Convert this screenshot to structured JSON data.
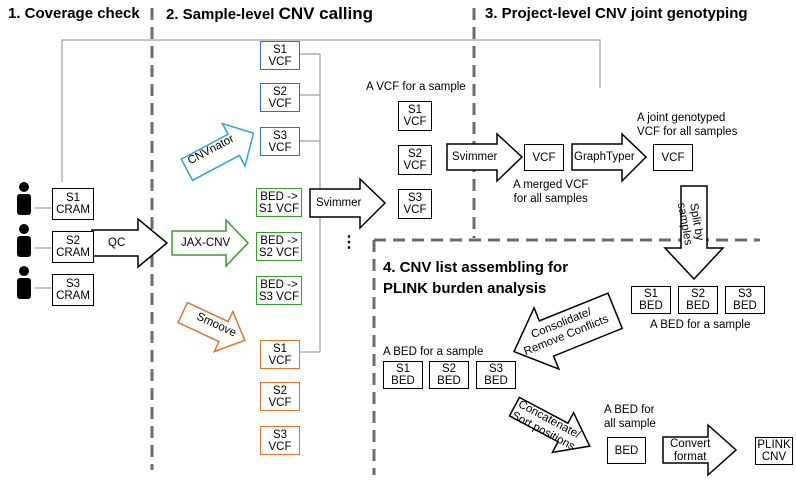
{
  "sections": {
    "s1": "1. Coverage check",
    "s2_a": "2. Sample-level ",
    "s2_b": "CNV calling",
    "s3": "3. Project-level CNV joint genotyping",
    "s4_line1": "4. CNV list assembling for",
    "s4_line2": "PLINK burden analysis"
  },
  "cram": [
    {
      "l1": "S1",
      "l2": "CRAM"
    },
    {
      "l1": "S2",
      "l2": "CRAM"
    },
    {
      "l1": "S3",
      "l2": "CRAM"
    }
  ],
  "arrows": {
    "qc": "QC",
    "cnvnator": "CNVnator",
    "jax": "JAX-CNV",
    "smoove": "Smoove",
    "svimmer1": "Svimmer",
    "svimmer2": "Svimmer",
    "graphtyper": "GraphTyper",
    "split_l1": "Split by",
    "split_l2": "samples",
    "consolidate_l1": "Consolidate/",
    "consolidate_l2": "Remove Conflicts",
    "concat_l1": "Concatenate/",
    "concat_l2": "Sort positions",
    "convert_l1": "Convert",
    "convert_l2": "format"
  },
  "cnvnator_boxes": [
    {
      "l1": "S1",
      "l2": "VCF"
    },
    {
      "l1": "S2",
      "l2": "VCF"
    },
    {
      "l1": "S3",
      "l2": "VCF"
    }
  ],
  "jax_boxes": [
    {
      "l1": "BED ->",
      "l2": "S1 VCF"
    },
    {
      "l1": "BED ->",
      "l2": "S2 VCF"
    },
    {
      "l1": "BED ->",
      "l2": "S3 VCF"
    }
  ],
  "smoove_boxes": [
    {
      "l1": "S1",
      "l2": "VCF"
    },
    {
      "l1": "S2",
      "l2": "VCF"
    },
    {
      "l1": "S3",
      "l2": "VCF"
    }
  ],
  "sample_vcf_label": "A VCF for a sample",
  "sample_vcfs": [
    {
      "l1": "S1",
      "l2": "VCF"
    },
    {
      "l1": "S2",
      "l2": "VCF"
    },
    {
      "l1": "S3",
      "l2": "VCF"
    }
  ],
  "ellipsis": "⋮",
  "merged_vcf": "VCF",
  "merged_label_l1": "A merged VCF",
  "merged_label_l2": "for all samples",
  "joint_vcf": "VCF",
  "joint_label_l1": "A joint genotyped",
  "joint_label_l2": "VCF for all samples",
  "bed_top": [
    {
      "l1": "S1",
      "l2": "BED"
    },
    {
      "l1": "S2",
      "l2": "BED"
    },
    {
      "l1": "S3",
      "l2": "BED"
    }
  ],
  "bed_top_label": "A BED for a sample",
  "bed_left_label": "A BED for a sample",
  "bed_left": [
    {
      "l1": "S1",
      "l2": "BED"
    },
    {
      "l1": "S2",
      "l2": "BED"
    },
    {
      "l1": "S3",
      "l2": "BED"
    }
  ],
  "bed_all_label_l1": "A BED for",
  "bed_all_label_l2": "all sample",
  "bed_all": "BED",
  "plink_l1": "PLINK",
  "plink_l2": "CNV",
  "colors": {
    "blue": "#2f6fc4",
    "green": "#3a9b2e",
    "orange": "#e2742a",
    "divider": "#6b6b6b",
    "connector": "#a0a0a0"
  }
}
